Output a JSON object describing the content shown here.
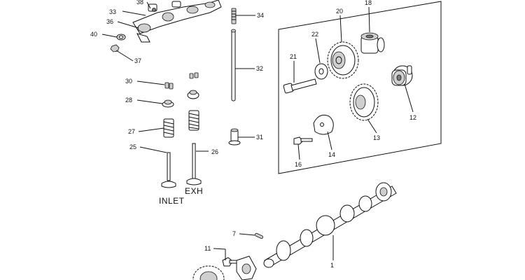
{
  "labels": {
    "inlet": "INLET",
    "exh": "EXH"
  },
  "callouts": {
    "n1": "1",
    "n7": "7",
    "n11": "11",
    "n12": "12",
    "n13": "13",
    "n14": "14",
    "n16": "16",
    "n18": "18",
    "n20": "20",
    "n21": "21",
    "n22": "22",
    "n25": "25",
    "n26": "26",
    "n27": "27",
    "n28": "28",
    "n30": "30",
    "n31": "31",
    "n32": "32",
    "n33": "33",
    "n34": "34",
    "n36": "36",
    "n37": "37",
    "n38": "38",
    "n40": "40"
  }
}
